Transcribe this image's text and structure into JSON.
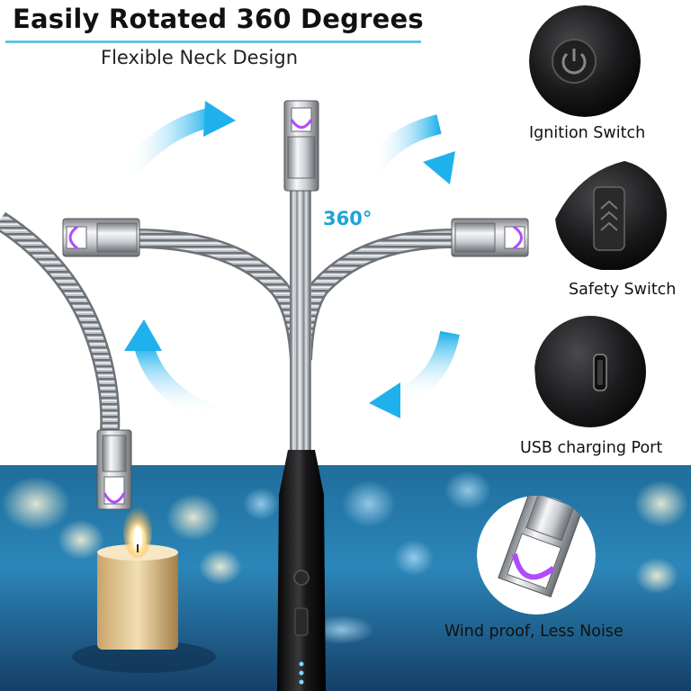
{
  "header": {
    "title": "Easily Rotated 360 Degrees",
    "subtitle": "Flexible Neck Design"
  },
  "rotation": {
    "degree_label": "360°"
  },
  "features": [
    {
      "label": "Ignition Switch"
    },
    {
      "label": "Safety Switch"
    },
    {
      "label": "USB charging Port"
    },
    {
      "label": "Wind proof, Less Noise"
    }
  ],
  "colors": {
    "accent_blue": "#1ea4d8",
    "arc_glow": "#b04cff",
    "rule": "#5fc3e4"
  }
}
